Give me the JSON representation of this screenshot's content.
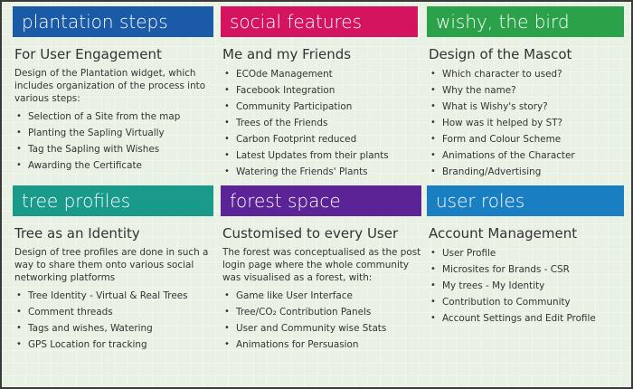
{
  "colors": {
    "plantation": "#1a5aa6",
    "social": "#d4145f",
    "wishy": "#2ba24a",
    "tree": "#1a9a8a",
    "forest": "#5b2396",
    "roles": "#1a7ec3"
  },
  "cards": [
    {
      "title": "plantation steps",
      "subtitle": "For User Engagement",
      "desc": "Design of the Plantation widget, which includes organization of the process into various steps:",
      "items": [
        "Selection of a Site from the map",
        "Planting the Sapling Virtually",
        "Tag the Sapling with Wishes",
        "Awarding the Certificate"
      ]
    },
    {
      "title": "social features",
      "subtitle": "Me and my Friends",
      "desc": "",
      "items": [
        "ECOde Management",
        "Facebook Integration",
        "Community Participation",
        "Trees of the Friends",
        "Carbon Footprint reduced",
        "Latest Updates from their plants",
        "Watering the Friends' Plants"
      ]
    },
    {
      "title": "wishy, the bird",
      "subtitle": "Design of the Mascot",
      "desc": "",
      "items": [
        "Which character to used?",
        "Why the name?",
        "What is Wishy's story?",
        "How was it helped by ST?",
        "Form and Colour Scheme",
        "Animations of the Character",
        "Branding/Advertising"
      ]
    },
    {
      "title": "tree profiles",
      "subtitle": "Tree as an Identity",
      "desc": "Design of tree profiles are done in such a way to share them onto various social networking platforms",
      "items": [
        "Tree Identity - Virtual & Real Trees",
        "Comment threads",
        "Tags and wishes, Watering",
        "GPS Location for tracking"
      ]
    },
    {
      "title": "forest space",
      "subtitle": "Customised to every User",
      "desc": "The forest was conceptualised as the post login page where the whole community was visualised as a forest, with:",
      "items": [
        "Game like User Interface",
        "Tree/CO₂ Contribution Panels",
        "User and Community wise Stats",
        "Animations for Persuasion"
      ]
    },
    {
      "title": "user roles",
      "subtitle": "Account Management",
      "desc": "",
      "items": [
        "User Profile",
        "Microsites for Brands - CSR",
        "My trees - My Identity",
        "Contribution to Community",
        "Account Settings and Edit Profile"
      ]
    }
  ]
}
